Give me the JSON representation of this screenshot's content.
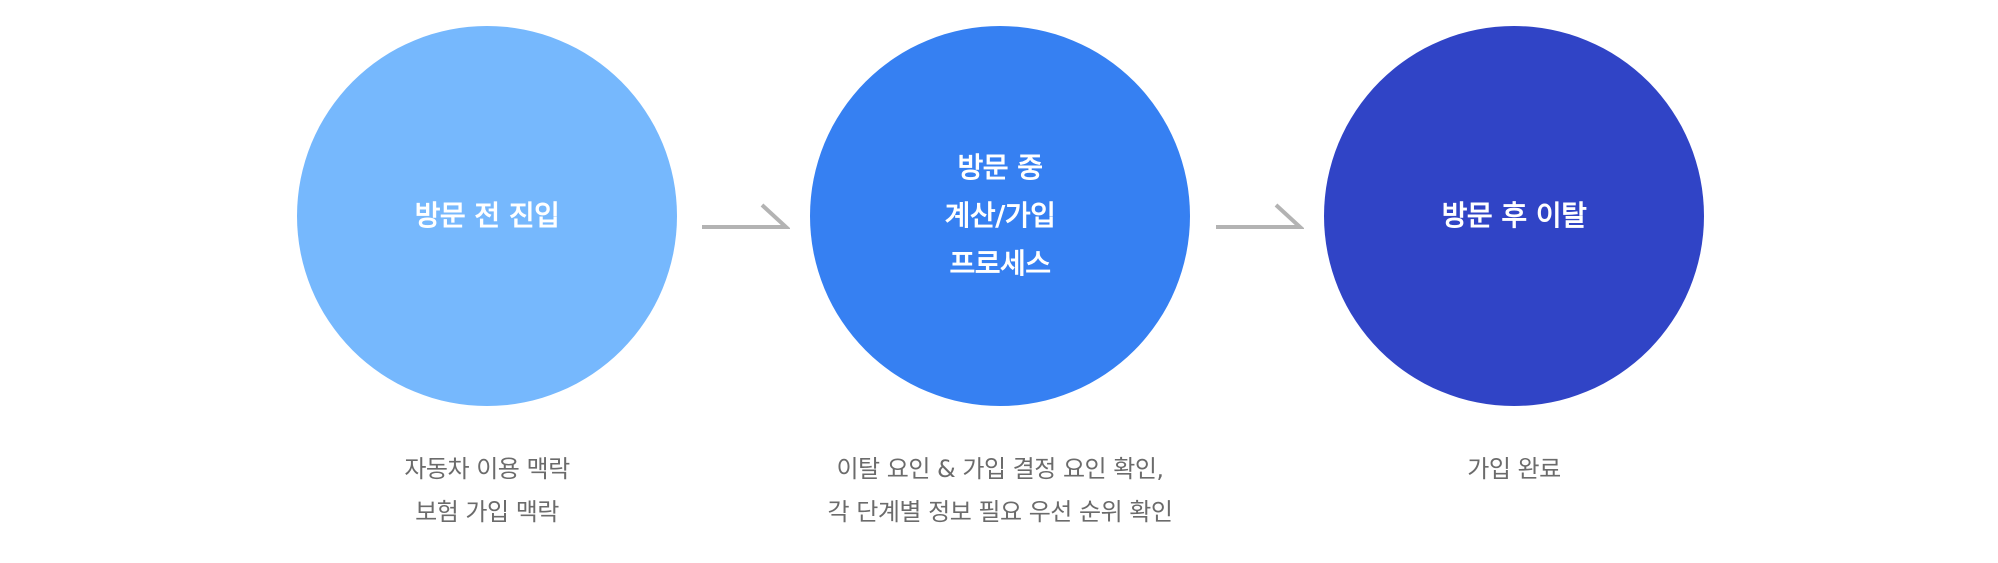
{
  "colors": {
    "step1": "#76b8fd",
    "step2": "#3680f2",
    "step3": "#3044c6",
    "arrow": "#b3b3b3",
    "caption": "#6b6b6b"
  },
  "steps": [
    {
      "circle_lines": [
        "방문 전 진입"
      ],
      "caption_lines": [
        "자동차 이용 맥락",
        "보험 가입 맥락"
      ]
    },
    {
      "circle_lines": [
        "방문 중",
        "계산/가입",
        "프로세스"
      ],
      "caption_lines": [
        "이탈 요인 & 가입 결정 요인 확인,",
        "각 단계별 정보 필요 우선 순위 확인"
      ]
    },
    {
      "circle_lines": [
        "방문 후 이탈"
      ],
      "caption_lines": [
        "가입 완료"
      ]
    }
  ],
  "arrow_icon": "arrow-right-icon"
}
